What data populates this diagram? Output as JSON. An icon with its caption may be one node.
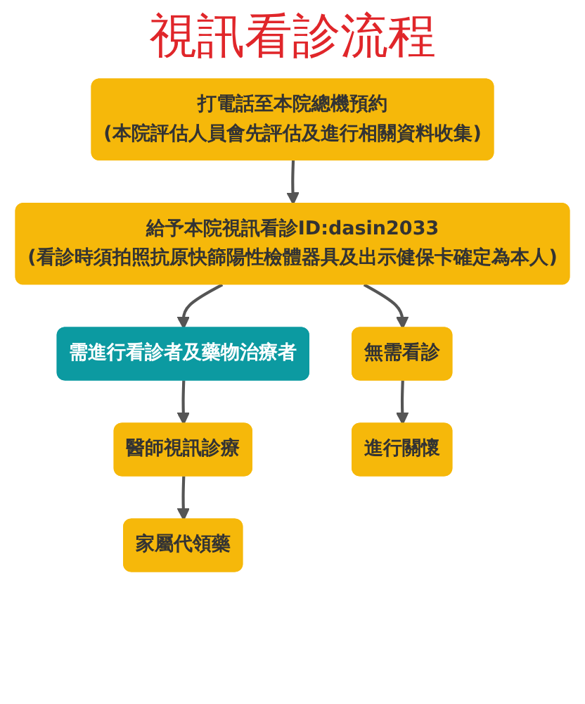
{
  "diagram": {
    "title": "視訊看診流程",
    "nodes": [
      {
        "text": [
          "打電話至本院總機預約",
          "(本院評估人員會先評估及進行相關資料收集)"
        ]
      },
      {
        "text": [
          "給予本院視訊看診ID:dasin2033",
          "(看診時須拍照抗原快篩陽性檢體器具及出示健保卡確定為本人)"
        ]
      },
      {
        "text": [
          "需進行看診者及藥物治療者"
        ]
      },
      {
        "text": [
          "無需看診"
        ]
      },
      {
        "text": [
          "醫師視訊診療"
        ]
      },
      {
        "text": [
          "進行關懷"
        ]
      },
      {
        "text": [
          "家屬代領藥"
        ]
      }
    ],
    "edges": [
      {
        "from": 0,
        "to": 1,
        "arrow": "to"
      },
      {
        "from": 1,
        "to": 2,
        "arrow": "to"
      },
      {
        "from": 1,
        "to": 3,
        "arrow": "to"
      },
      {
        "from": 2,
        "to": 4,
        "arrow": "to"
      },
      {
        "from": 3,
        "to": 5,
        "arrow": "to"
      },
      {
        "from": 4,
        "to": 6,
        "arrow": "to"
      }
    ]
  }
}
